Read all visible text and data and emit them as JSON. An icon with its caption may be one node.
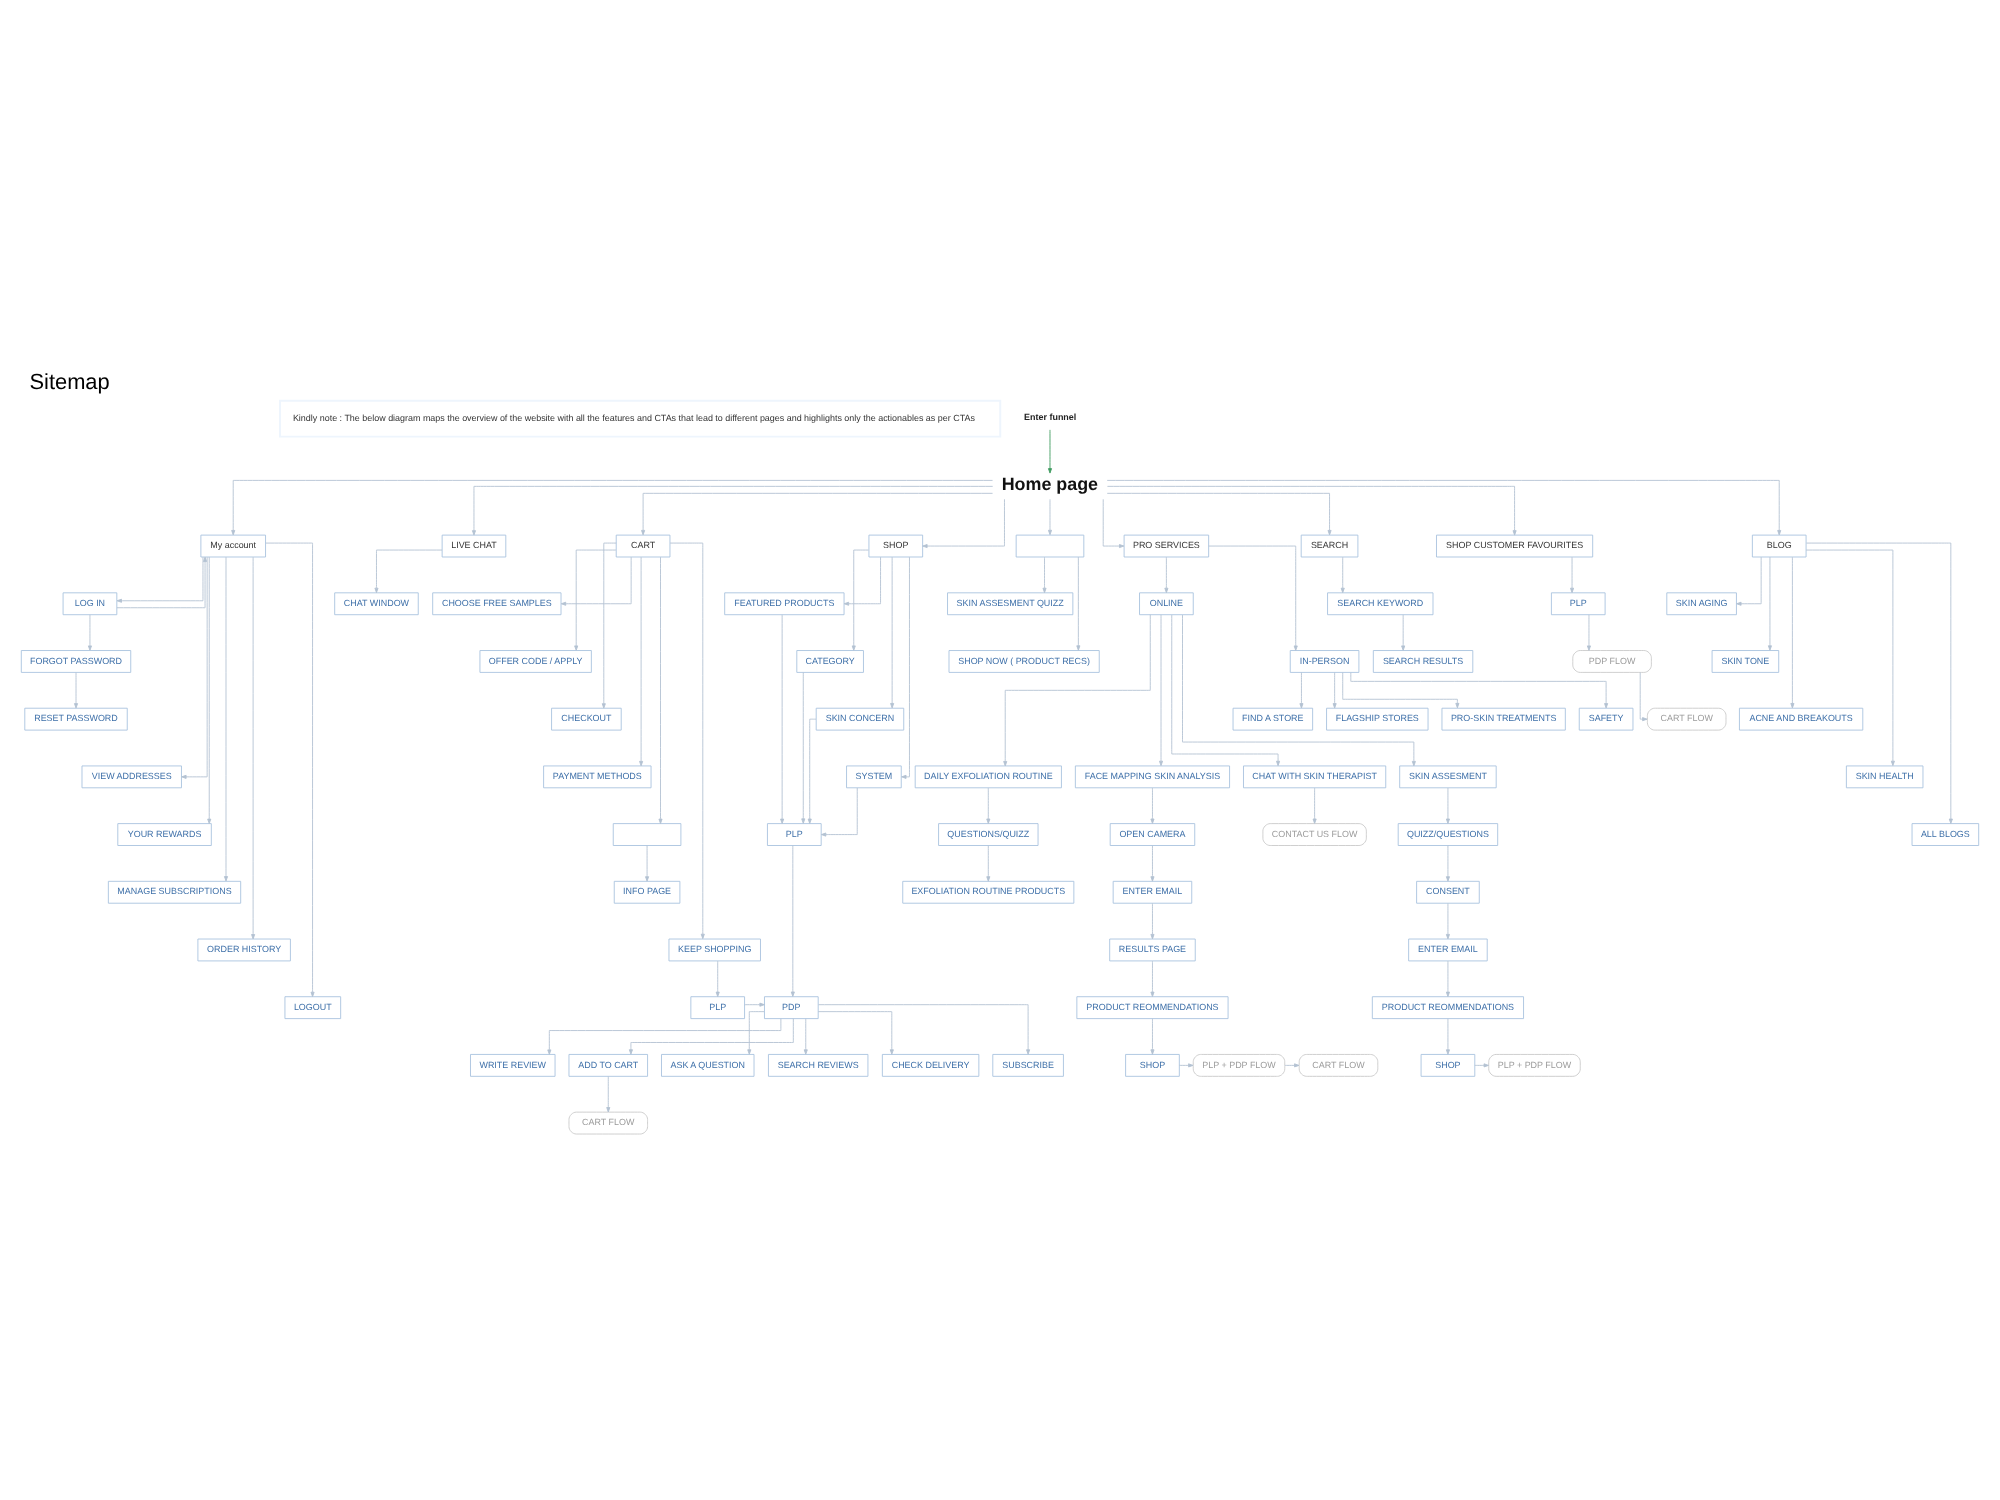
{
  "diagram": {
    "title": "Sitemap",
    "nodes": [
      {
        "text": [
          "Enter funnel"
        ]
      },
      {
        "text": [
          "Home page"
        ]
      },
      {
        "text": [
          "My account"
        ]
      },
      {
        "text": [
          "LIVE CHAT"
        ]
      },
      {
        "text": [
          "CART"
        ]
      },
      {
        "text": [
          "SHOP"
        ]
      },
      {
        "text": [],
        "shape": "box"
      },
      {
        "text": [
          "PRO SERVICES"
        ]
      },
      {
        "text": [
          "SEARCH"
        ]
      },
      {
        "text": [
          "SHOP CUSTOMER FAVOURITES"
        ]
      },
      {
        "text": [
          "BLOG"
        ]
      },
      {
        "text": [
          "LOG IN"
        ]
      },
      {
        "text": [
          "FORGOT PASSWORD"
        ]
      },
      {
        "text": [
          "RESET PASSWORD"
        ]
      },
      {
        "text": [
          "VIEW ADDRESSES"
        ]
      },
      {
        "text": [
          "YOUR REWARDS"
        ]
      },
      {
        "text": [
          "MANAGE SUBSCRIPTIONS"
        ]
      },
      {
        "text": [
          "ORDER HISTORY"
        ]
      },
      {
        "text": [
          "LOGOUT"
        ]
      },
      {
        "text": [
          "CHAT WINDOW"
        ]
      },
      {
        "text": [
          "CHOOSE FREE SAMPLES"
        ]
      },
      {
        "text": [
          "OFFER CODE / APPLY"
        ]
      },
      {
        "text": [
          "CHECKOUT"
        ]
      },
      {
        "text": [
          "PAYMENT METHODS"
        ]
      },
      {
        "text": [],
        "shape": "box"
      },
      {
        "text": [
          "INFO PAGE"
        ]
      },
      {
        "text": [
          "KEEP SHOPPING"
        ]
      },
      {
        "text": [
          "PLP"
        ]
      },
      {
        "text": [
          "PDP"
        ]
      },
      {
        "text": [
          "FEATURED PRODUCTS"
        ]
      },
      {
        "text": [
          "CATEGORY"
        ]
      },
      {
        "text": [
          "SKIN CONCERN"
        ]
      },
      {
        "text": [
          "SYSTEM"
        ]
      },
      {
        "text": [
          "PLP"
        ]
      },
      {
        "text": [
          "SKIN ASSESMENT QUIZZ"
        ]
      },
      {
        "text": [
          "SHOP NOW ( PRODUCT RECS)"
        ]
      },
      {
        "text": [
          "ONLINE"
        ]
      },
      {
        "text": [
          "IN-PERSON"
        ]
      },
      {
        "text": [
          "FIND A STORE"
        ]
      },
      {
        "text": [
          "FLAGSHIP STORES"
        ]
      },
      {
        "text": [
          "PRO-SKIN TREATMENTS"
        ]
      },
      {
        "text": [
          "SAFETY"
        ]
      },
      {
        "text": [
          "DAILY EXFOLIATION ROUTINE"
        ]
      },
      {
        "text": [
          "QUESTIONS/QUIZZ"
        ]
      },
      {
        "text": [
          "EXFOLIATION ROUTINE PRODUCTS"
        ]
      },
      {
        "text": [
          "FACE MAPPING SKIN ANALYSIS"
        ]
      },
      {
        "text": [
          "OPEN CAMERA"
        ]
      },
      {
        "text": [
          "ENTER EMAIL"
        ]
      },
      {
        "text": [
          "RESULTS PAGE"
        ]
      },
      {
        "text": [
          "PRODUCT REOMMENDATIONS"
        ]
      },
      {
        "text": [
          "SHOP"
        ]
      },
      {
        "text": [
          "PLP + PDP FLOW"
        ]
      },
      {
        "text": [
          "CART FLOW"
        ]
      },
      {
        "text": [
          "CHAT WITH SKIN THERAPIST"
        ]
      },
      {
        "text": [
          "CONTACT US FLOW"
        ]
      },
      {
        "text": [
          "SKIN ASSESMENT"
        ]
      },
      {
        "text": [
          "QUIZZ/QUESTIONS"
        ]
      },
      {
        "text": [
          "CONSENT"
        ]
      },
      {
        "text": [
          "ENTER EMAIL"
        ]
      },
      {
        "text": [
          "PRODUCT REOMMENDATIONS"
        ]
      },
      {
        "text": [
          "SHOP"
        ]
      },
      {
        "text": [
          "PLP + PDP FLOW"
        ]
      },
      {
        "text": [
          "SEARCH KEYWORD"
        ]
      },
      {
        "text": [
          "SEARCH RESULTS"
        ]
      },
      {
        "text": [
          "PLP"
        ]
      },
      {
        "text": [
          "PDP FLOW"
        ]
      },
      {
        "text": [
          "CART FLOW"
        ]
      },
      {
        "text": [
          "SKIN AGING"
        ]
      },
      {
        "text": [
          "SKIN TONE"
        ]
      },
      {
        "text": [
          "ACNE AND BREAKOUTS"
        ]
      },
      {
        "text": [
          "SKIN HEALTH"
        ]
      },
      {
        "text": [
          "ALL BLOGS"
        ]
      },
      {
        "text": [
          "WRITE REVIEW"
        ]
      },
      {
        "text": [
          "ADD TO CART"
        ]
      },
      {
        "text": [
          "CART FLOW"
        ]
      },
      {
        "text": [
          "ASK A QUESTION"
        ]
      },
      {
        "text": [
          "SEARCH REVIEWS"
        ]
      },
      {
        "text": [
          "CHECK DELIVERY"
        ]
      },
      {
        "text": [
          "SUBSCRIBE"
        ]
      }
    ],
    "edges": [
      {
        "from": 0,
        "to": 1,
        "arrow": "to",
        "color": "#3f9b5f"
      },
      {
        "from": 1,
        "to": 2,
        "arrow": "to"
      },
      {
        "from": 1,
        "to": 3,
        "arrow": "to"
      },
      {
        "from": 1,
        "to": 4,
        "arrow": "to"
      },
      {
        "from": 1,
        "to": 5,
        "arrow": "to"
      },
      {
        "from": 1,
        "to": 6,
        "arrow": "to"
      },
      {
        "from": 1,
        "to": 7,
        "arrow": "to"
      },
      {
        "from": 1,
        "to": 8,
        "arrow": "to"
      },
      {
        "from": 1,
        "to": 9,
        "arrow": "to"
      },
      {
        "from": 1,
        "to": 10,
        "arrow": "to"
      },
      {
        "from": 2,
        "to": 11,
        "arrow": "to"
      },
      {
        "from": 11,
        "to": 2,
        "arrow": "to"
      },
      {
        "from": 11,
        "to": 12,
        "arrow": "to"
      },
      {
        "from": 12,
        "to": 13,
        "arrow": "to"
      },
      {
        "from": 2,
        "to": 14,
        "arrow": "to"
      },
      {
        "from": 2,
        "to": 15,
        "arrow": "to"
      },
      {
        "from": 2,
        "to": 16,
        "arrow": "to"
      },
      {
        "from": 2,
        "to": 17,
        "arrow": "to"
      },
      {
        "from": 2,
        "to": 18,
        "arrow": "to"
      },
      {
        "from": 3,
        "to": 19,
        "arrow": "to"
      },
      {
        "from": 4,
        "to": 20,
        "arrow": "to"
      },
      {
        "from": 4,
        "to": 21,
        "arrow": "to"
      },
      {
        "from": 4,
        "to": 22,
        "arrow": "to"
      },
      {
        "from": 4,
        "to": 23,
        "arrow": "to"
      },
      {
        "from": 4,
        "to": 24,
        "arrow": "to"
      },
      {
        "from": 24,
        "to": 25,
        "arrow": "to"
      },
      {
        "from": 4,
        "to": 26,
        "arrow": "to"
      },
      {
        "from": 26,
        "to": 27,
        "arrow": "to"
      },
      {
        "from": 27,
        "to": 28,
        "arrow": "to"
      },
      {
        "from": 5,
        "to": 29,
        "arrow": "to"
      },
      {
        "from": 5,
        "to": 30,
        "arrow": "to"
      },
      {
        "from": 5,
        "to": 31,
        "arrow": "to"
      },
      {
        "from": 5,
        "to": 32,
        "arrow": "to"
      },
      {
        "from": 29,
        "to": 33,
        "arrow": "to"
      },
      {
        "from": 30,
        "to": 33,
        "arrow": "to"
      },
      {
        "from": 31,
        "to": 33,
        "arrow": "to"
      },
      {
        "from": 32,
        "to": 33,
        "arrow": "to"
      },
      {
        "from": 33,
        "to": 28,
        "arrow": "to"
      },
      {
        "from": 6,
        "to": 34,
        "arrow": "to"
      },
      {
        "from": 6,
        "to": 35,
        "arrow": "to"
      },
      {
        "from": 7,
        "to": 36,
        "arrow": "to"
      },
      {
        "from": 7,
        "to": 37,
        "arrow": "to"
      },
      {
        "from": 37,
        "to": 38,
        "arrow": "to"
      },
      {
        "from": 37,
        "to": 39,
        "arrow": "to"
      },
      {
        "from": 37,
        "to": 40,
        "arrow": "to"
      },
      {
        "from": 37,
        "to": 41,
        "arrow": "to"
      },
      {
        "from": 36,
        "to": 42,
        "arrow": "to"
      },
      {
        "from": 42,
        "to": 43,
        "arrow": "to"
      },
      {
        "from": 43,
        "to": 44,
        "arrow": "to"
      },
      {
        "from": 36,
        "to": 45,
        "arrow": "to"
      },
      {
        "from": 45,
        "to": 46,
        "arrow": "to"
      },
      {
        "from": 46,
        "to": 47,
        "arrow": "to"
      },
      {
        "from": 47,
        "to": 48,
        "arrow": "to"
      },
      {
        "from": 48,
        "to": 49,
        "arrow": "to"
      },
      {
        "from": 49,
        "to": 50,
        "arrow": "to"
      },
      {
        "from": 50,
        "to": 51,
        "arrow": "to"
      },
      {
        "from": 51,
        "to": 52,
        "arrow": "to"
      },
      {
        "from": 36,
        "to": 53,
        "arrow": "to"
      },
      {
        "from": 53,
        "to": 54,
        "arrow": "to"
      },
      {
        "from": 36,
        "to": 55,
        "arrow": "to"
      },
      {
        "from": 55,
        "to": 56,
        "arrow": "to"
      },
      {
        "from": 56,
        "to": 57,
        "arrow": "to"
      },
      {
        "from": 57,
        "to": 58,
        "arrow": "to"
      },
      {
        "from": 58,
        "to": 59,
        "arrow": "to"
      },
      {
        "from": 59,
        "to": 60,
        "arrow": "to"
      },
      {
        "from": 60,
        "to": 61,
        "arrow": "to"
      },
      {
        "from": 8,
        "to": 62,
        "arrow": "to"
      },
      {
        "from": 62,
        "to": 63,
        "arrow": "to"
      },
      {
        "from": 9,
        "to": 64,
        "arrow": "to"
      },
      {
        "from": 64,
        "to": 65,
        "arrow": "to"
      },
      {
        "from": 65,
        "to": 66,
        "arrow": "to"
      },
      {
        "from": 10,
        "to": 67,
        "arrow": "to"
      },
      {
        "from": 10,
        "to": 68,
        "arrow": "to"
      },
      {
        "from": 10,
        "to": 69,
        "arrow": "to"
      },
      {
        "from": 10,
        "to": 70,
        "arrow": "to"
      },
      {
        "from": 10,
        "to": 71,
        "arrow": "to"
      },
      {
        "from": 28,
        "to": 72,
        "arrow": "to"
      },
      {
        "from": 28,
        "to": 73,
        "arrow": "to"
      },
      {
        "from": 73,
        "to": 74,
        "arrow": "to"
      },
      {
        "from": 28,
        "to": 75,
        "arrow": "to"
      },
      {
        "from": 28,
        "to": 76,
        "arrow": "to"
      },
      {
        "from": 28,
        "to": 77,
        "arrow": "to"
      },
      {
        "from": 28,
        "to": 78,
        "arrow": "to"
      }
    ],
    "labels": [
      "Kindly note : The below diagram maps the overview of the website with all the features and CTAs that lead to different pages and highlights only the actionables as per CTAs"
    ]
  }
}
